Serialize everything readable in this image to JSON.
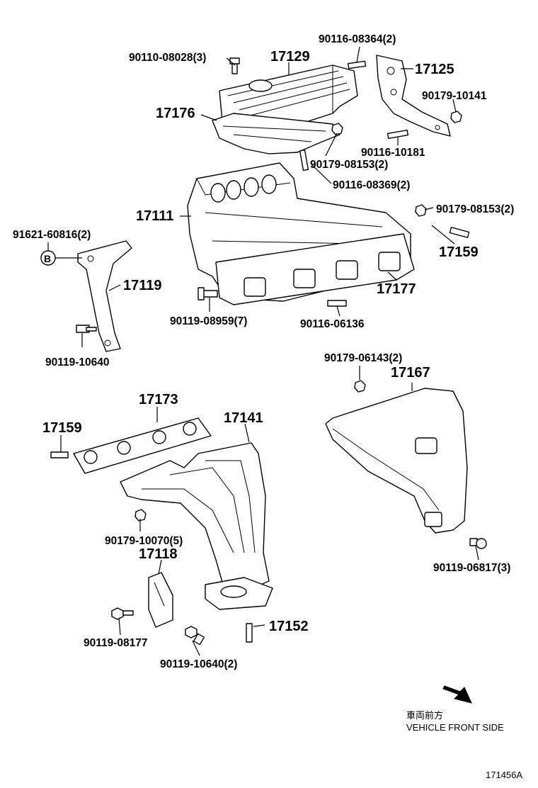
{
  "labels": {
    "p90110_08028": "90110-08028(3)",
    "p17129": "17129",
    "p90116_08364": "90116-08364(2)",
    "p17125": "17125",
    "p90179_10141": "90179-10141",
    "p17176": "17176",
    "p90116_10181": "90116-10181",
    "p90179_08153_top": "90179-08153(2)",
    "p90116_08369": "90116-08369(2)",
    "p17111": "17111",
    "p90179_08153_right": "90179-08153(2)",
    "p91621_60816": "91621-60816(2)",
    "p17159_top": "17159",
    "p17119": "17119",
    "p17177": "17177",
    "p90119_08959": "90119-08959(7)",
    "p90116_06136": "90116-06136",
    "p90119_10640_top": "90119-10640",
    "p90179_06143": "90179-06143(2)",
    "p17167": "17167",
    "p17173": "17173",
    "p17159_bottom": "17159",
    "p17141": "17141",
    "p90179_10070": "90179-10070(5)",
    "p17118": "17118",
    "p90119_06817": "90119-06817(3)",
    "p17152": "17152",
    "p90119_08177": "90119-08177",
    "p90119_10640_bottom": "90119-10640(2)"
  },
  "marker_b": "B",
  "direction": {
    "japanese": "車両前方",
    "english": "VEHICLE FRONT SIDE"
  },
  "figure_id": "171456A"
}
